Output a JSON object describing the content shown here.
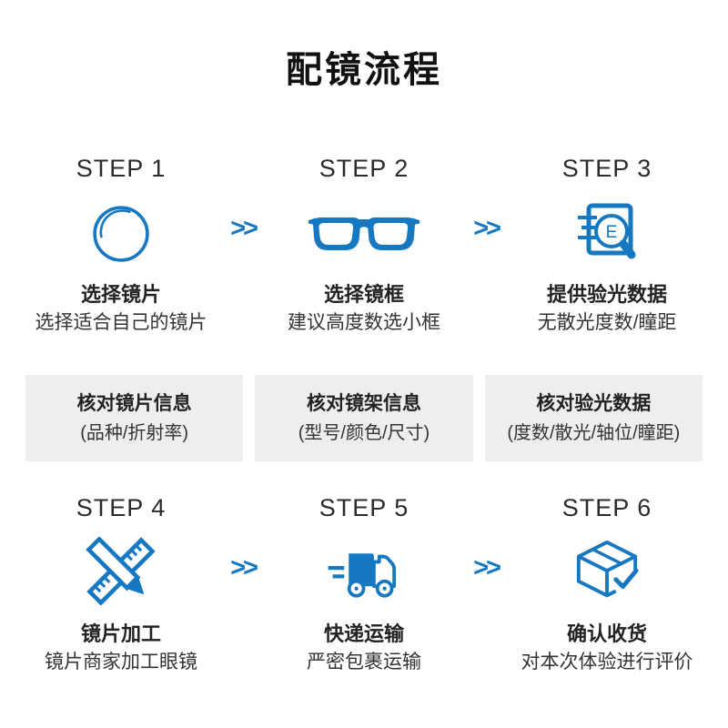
{
  "page": {
    "title": "配镜流程",
    "arrow": ">>",
    "accent_color": "#1778c2",
    "check_box_bg": "#eeeeee"
  },
  "steps": [
    {
      "label": "STEP 1",
      "icon": "lens-icon",
      "name": "选择镜片",
      "desc": "选择适合自己的镜片"
    },
    {
      "label": "STEP 2",
      "icon": "glasses-icon",
      "name": "选择镜框",
      "desc": "建议高度数选小框"
    },
    {
      "label": "STEP 3",
      "icon": "optometry-chart-icon",
      "name": "提供验光数据",
      "desc": "无散光度数/瞳距"
    },
    {
      "label": "STEP 4",
      "icon": "ruler-pencil-icon",
      "name": "镜片加工",
      "desc": "镜片商家加工眼镜"
    },
    {
      "label": "STEP 5",
      "icon": "delivery-truck-icon",
      "name": "快递运输",
      "desc": "严密包裹运输"
    },
    {
      "label": "STEP 6",
      "icon": "package-check-icon",
      "name": "确认收货",
      "desc": "对本次体验进行评价"
    }
  ],
  "check_boxes": [
    {
      "title": "核对镜片信息",
      "detail": "(品种/折射率)"
    },
    {
      "title": "核对镜架信息",
      "detail": "(型号/颜色/尺寸)"
    },
    {
      "title": "核对验光数据",
      "detail": "(度数/散光/轴位/瞳距)"
    }
  ]
}
